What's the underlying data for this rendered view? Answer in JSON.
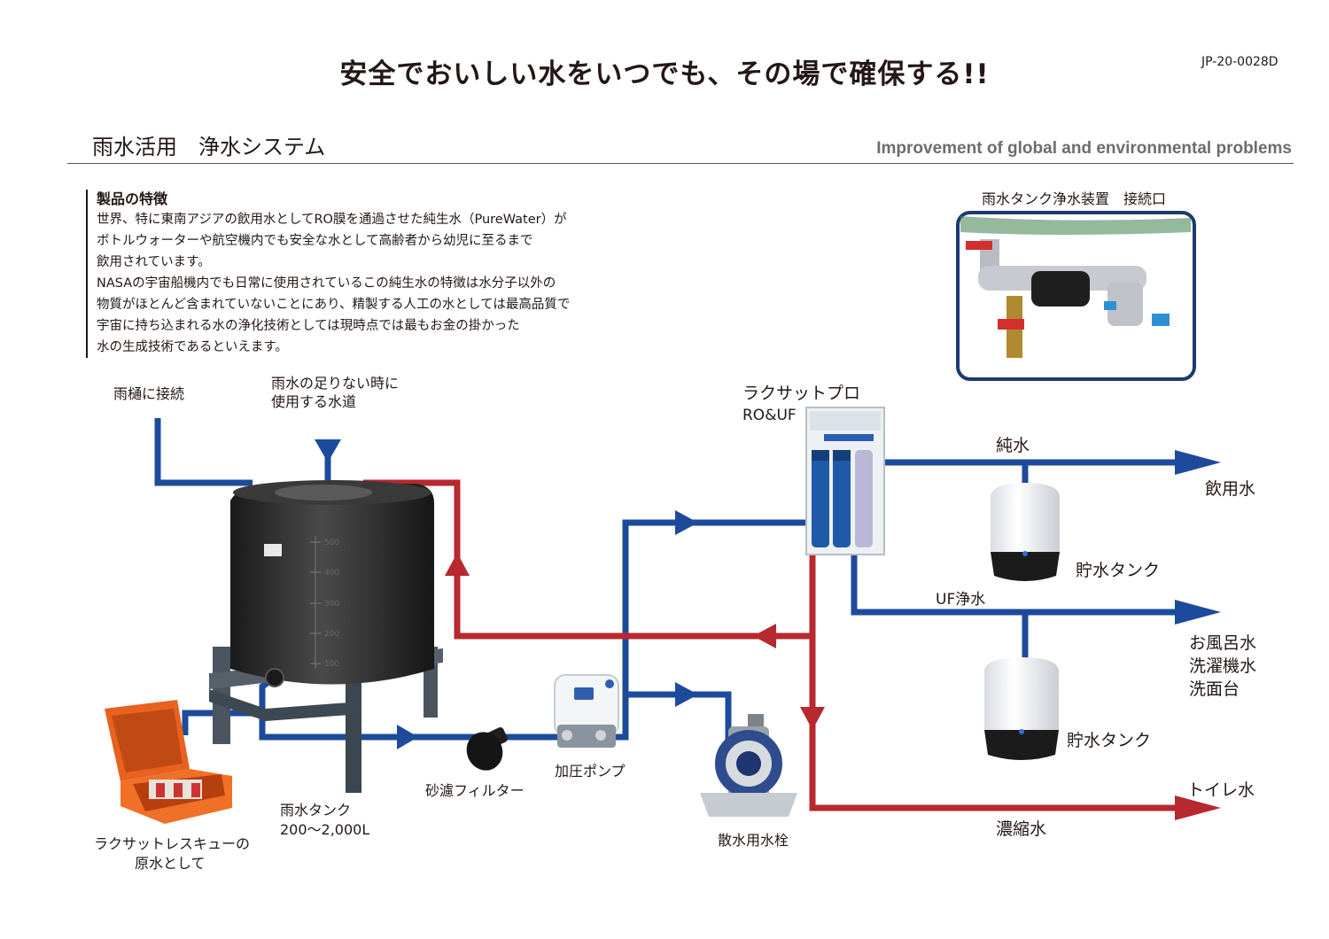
{
  "doc_id": "JP-20-0028D",
  "title": "安全でおいしい水をいつでも、その場で確保する!!",
  "subtitle": "雨水活用　浄水システム",
  "english_tagline": "Improvement of global and environmental problems",
  "features": {
    "heading": "製品の特徴",
    "lines": [
      "世界、特に東南アジアの飲用水としてRO膜を通過させた純生水（PureWater）が",
      "ボトルウォーターや航空機内でも安全な水として高齢者から幼児に至るまで",
      "飲用されています。",
      "NASAの宇宙船機内でも日常に使用されているこの純生水の特徴は水分子以外の",
      "物質がほとんど含まれていないことにあり、精製する人工の水としては最高品質で",
      "宇宙に持ち込まれる水の浄化技術としては現時点では最もお金の掛かった",
      "水の生成技術であるといえます。"
    ]
  },
  "inset": {
    "caption": "雨水タンク浄水装置　接続口"
  },
  "labels": {
    "gutter": "雨樋に接続",
    "tap_water_1": "雨水の足りない時に",
    "tap_water_2": "使用する水道",
    "tank_name": "雨水タンク",
    "tank_capacity": "200〜2,000L",
    "rescue_1": "ラクサットレスキューの",
    "rescue_2": "原水として",
    "sand_filter": "砂濾フィルター",
    "pump": "加圧ポンプ",
    "sprinkler": "散水用水栓",
    "ro_unit_1": "ラクサットプロ",
    "ro_unit_2": "RO&UF",
    "pure_water": "純水",
    "drinking": "飲用水",
    "storage_tank_1": "貯水タンク",
    "uf_water": "UF浄水",
    "bath": "お風呂水",
    "washer": "洗濯機水",
    "sink": "洗面台",
    "storage_tank_2": "貯水タンク",
    "toilet": "トイレ水",
    "concentrate": "濃縮水"
  },
  "tank_scale": [
    "500",
    "400",
    "300",
    "200",
    "100"
  ],
  "colors": {
    "blue_pipe": "#1d4b9c",
    "red_pipe": "#b8282f",
    "tank": "#2b2b2b",
    "case": "#ea6a22",
    "inset_border": "#1e3a6e"
  }
}
